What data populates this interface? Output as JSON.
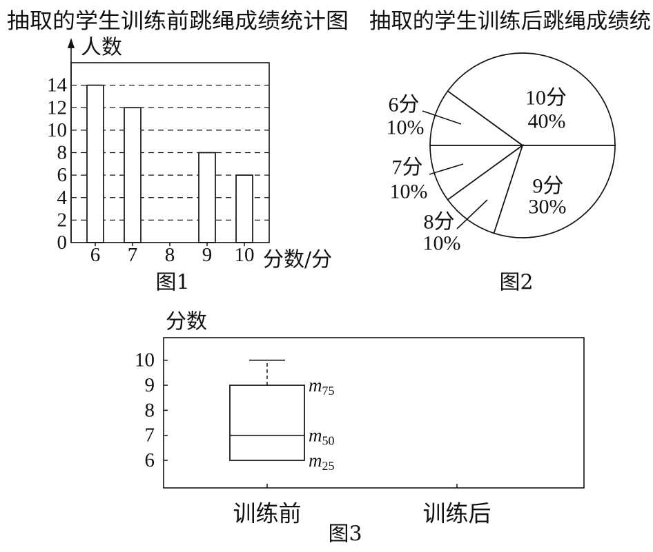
{
  "colors": {
    "ink": "#111111",
    "paper": "#ffffff"
  },
  "chart_data": [
    {
      "type": "bar",
      "title": "抽取的学生训练前跳绳成绩统计图",
      "caption": "图1",
      "xlabel": "分数/分",
      "ylabel": "人数",
      "categories": [
        "6",
        "7",
        "8",
        "9",
        "10"
      ],
      "values": [
        14,
        12,
        0,
        8,
        6
      ],
      "yticks": [
        0,
        2,
        4,
        6,
        8,
        10,
        12,
        14
      ],
      "ylim": [
        0,
        16
      ],
      "grid": true
    },
    {
      "type": "pie",
      "title": "抽取的学生训练后跳绳成绩统",
      "caption": "图2",
      "slices": [
        {
          "label": "10分",
          "value": 40,
          "percent": "40%"
        },
        {
          "label": "6分",
          "value": 10,
          "percent": "10%"
        },
        {
          "label": "7分",
          "value": 10,
          "percent": "10%"
        },
        {
          "label": "8分",
          "value": 10,
          "percent": "10%"
        },
        {
          "label": "9分",
          "value": 30,
          "percent": "30%"
        }
      ]
    },
    {
      "type": "box",
      "caption": "图3",
      "ylabel": "分数",
      "categories": [
        "训练前",
        "训练后"
      ],
      "yticks": [
        6,
        7,
        8,
        9,
        10
      ],
      "ylim": [
        4.9,
        10.9
      ],
      "boxes": [
        {
          "min": 6,
          "q1": 6,
          "median": 7,
          "q3": 9,
          "max": 10
        },
        null
      ],
      "quartile_labels": [
        {
          "symbol": "m",
          "subscript": "75",
          "value": 9
        },
        {
          "symbol": "m",
          "subscript": "50",
          "value": 7
        },
        {
          "symbol": "m",
          "subscript": "25",
          "value": 6
        }
      ]
    }
  ]
}
